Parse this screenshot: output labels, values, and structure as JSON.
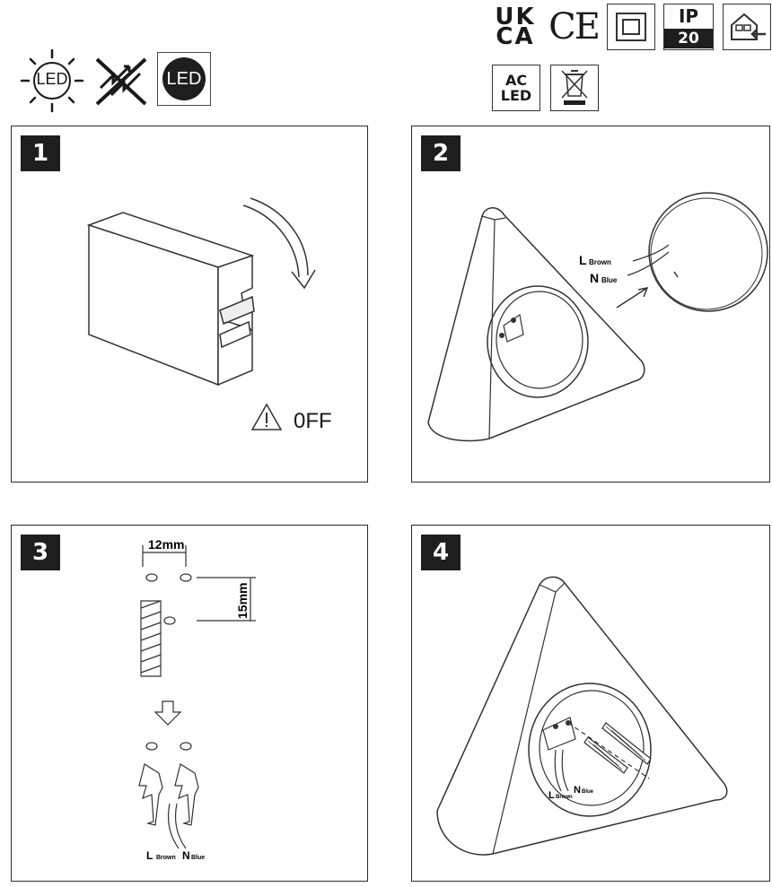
{
  "top_icons": {
    "led_sun_label": "LED",
    "led_filled_label": "LED"
  },
  "certifications": {
    "ukca_top": "UK",
    "ukca_bottom": "CA",
    "ce": "CE",
    "ip_top": "IP",
    "ip_bottom": "20",
    "ac_top": "AC",
    "ac_bottom": "LED"
  },
  "panels": [
    {
      "step": "1",
      "warning_text": "0FF"
    },
    {
      "step": "2",
      "live_letter": "L",
      "live_color": "Brown",
      "neutral_letter": "N",
      "neutral_color": "Blue"
    },
    {
      "step": "3",
      "dim_horizontal": "12mm",
      "dim_vertical": "15mm",
      "live_letter": "L",
      "live_color": "Brown",
      "neutral_letter": "N",
      "neutral_color": "Blue"
    },
    {
      "step": "4",
      "live_letter": "L",
      "live_color": "Brown",
      "neutral_letter": "N",
      "neutral_color": "Blue"
    }
  ]
}
